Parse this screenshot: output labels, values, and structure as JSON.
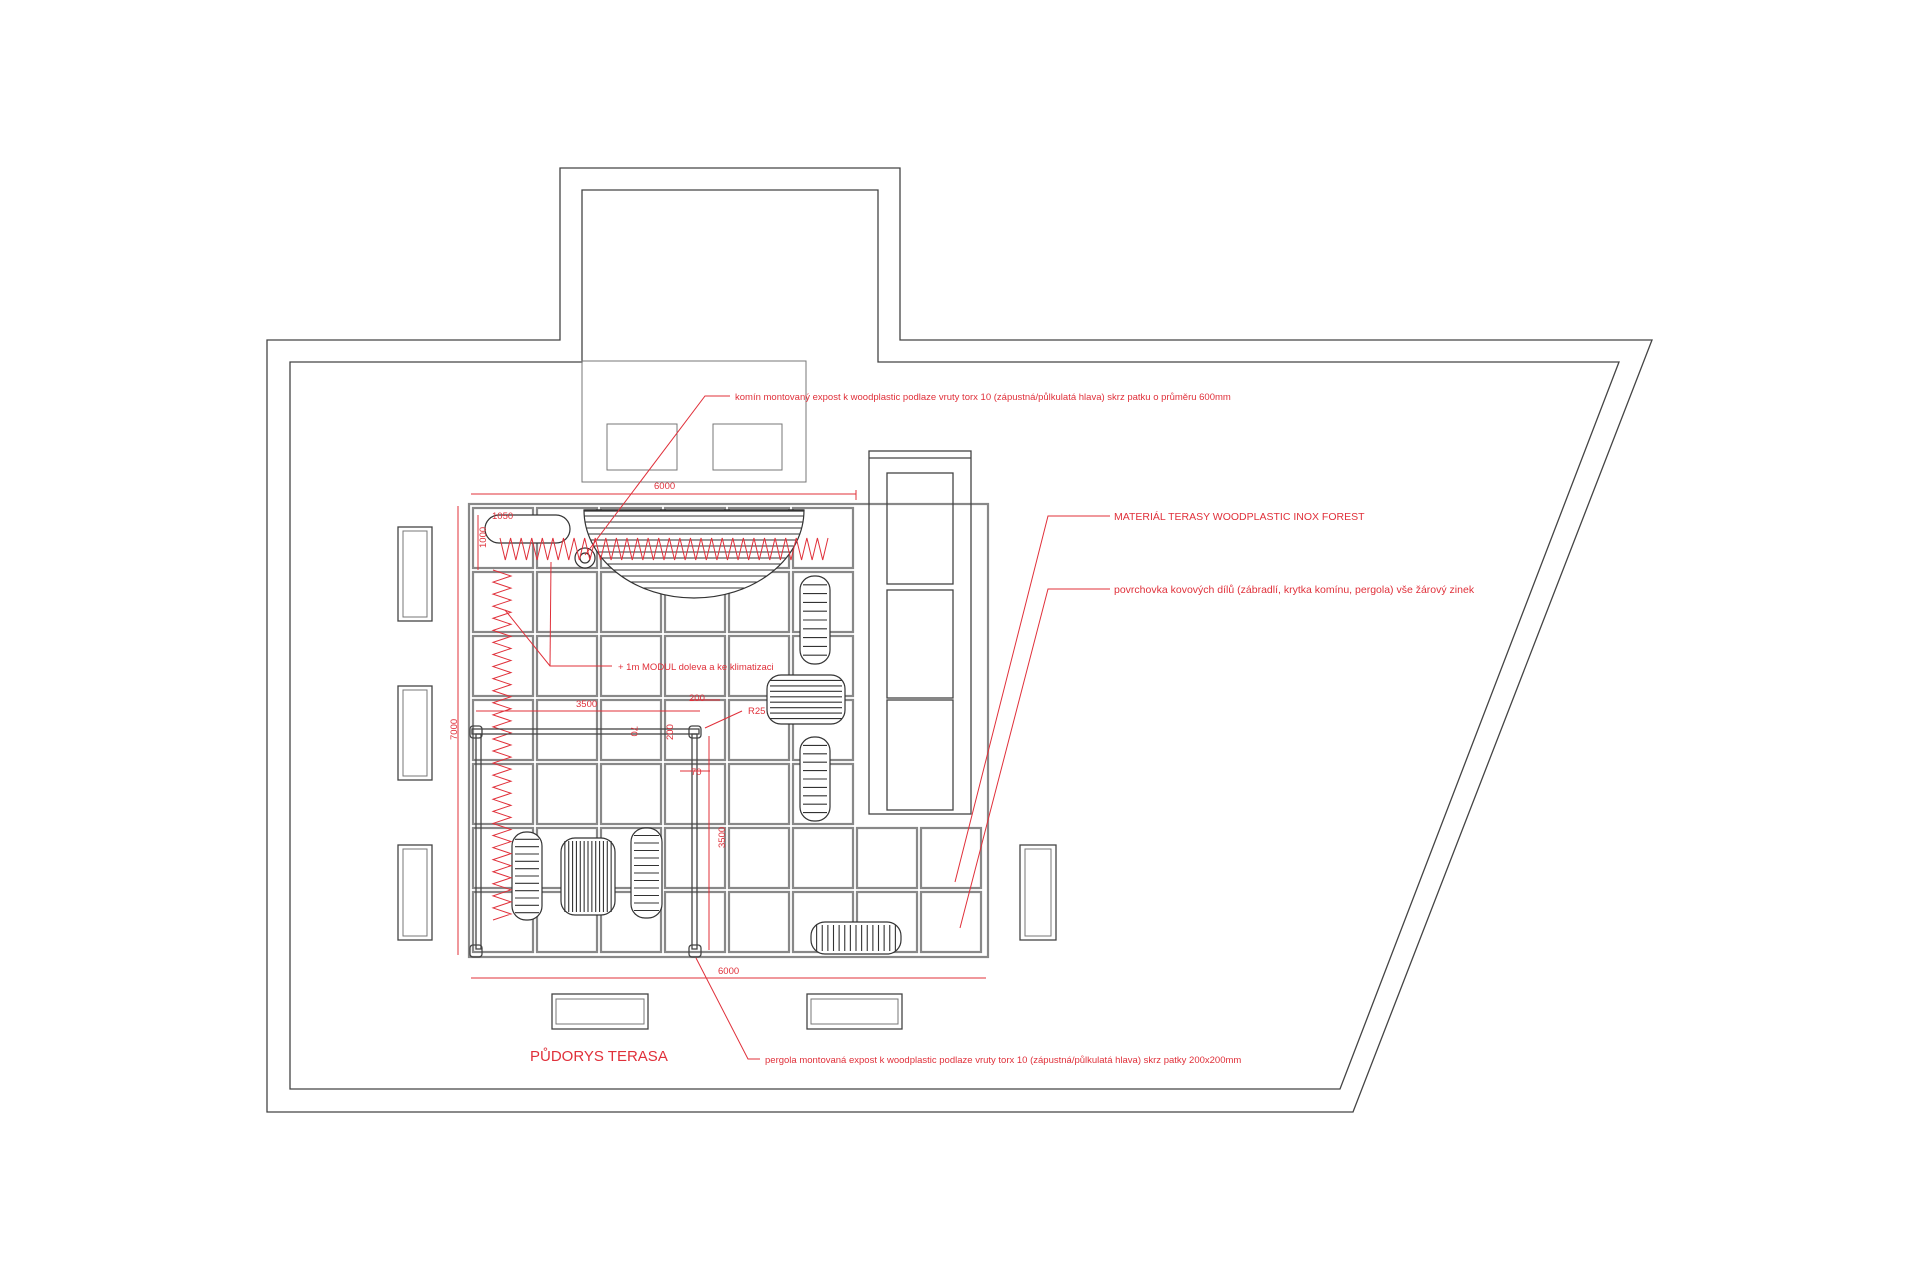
{
  "drawing": {
    "title": "PŮDORYS TERASA",
    "annotations": {
      "chimney": "komín montovaný expost k woodplastic podlaze vruty torx 10 (zápustná/půlkulatá hlava) skrz patku o průměru 600mm",
      "material": "MATERIÁL TERASY WOODPLASTIC INOX FOREST",
      "surface": "povrchovka kovových dílů (zábradlí, krytka komínu, pergola) vše žárový zinek",
      "module": "+ 1m MODUL doleva a ke klimatizaci",
      "pergola": "pergola montovaná expost k woodplastic podlaze vruty torx 10 (zápustná/půlkulatá hlava) skrz patky 200x200mm"
    },
    "dimensions": {
      "top_width": "6000",
      "bottom_width": "6000",
      "height": "7000",
      "pergola_width": "3500",
      "pergola_depth": "3500",
      "post_size": "200",
      "post_size_v": "200",
      "radius": "R25",
      "beam_v": "70",
      "beam_h": "70",
      "bench_depth": "1000",
      "bench_length": "1050"
    },
    "colors": {
      "annotation": "#e0303a",
      "lines": "#444444"
    }
  }
}
